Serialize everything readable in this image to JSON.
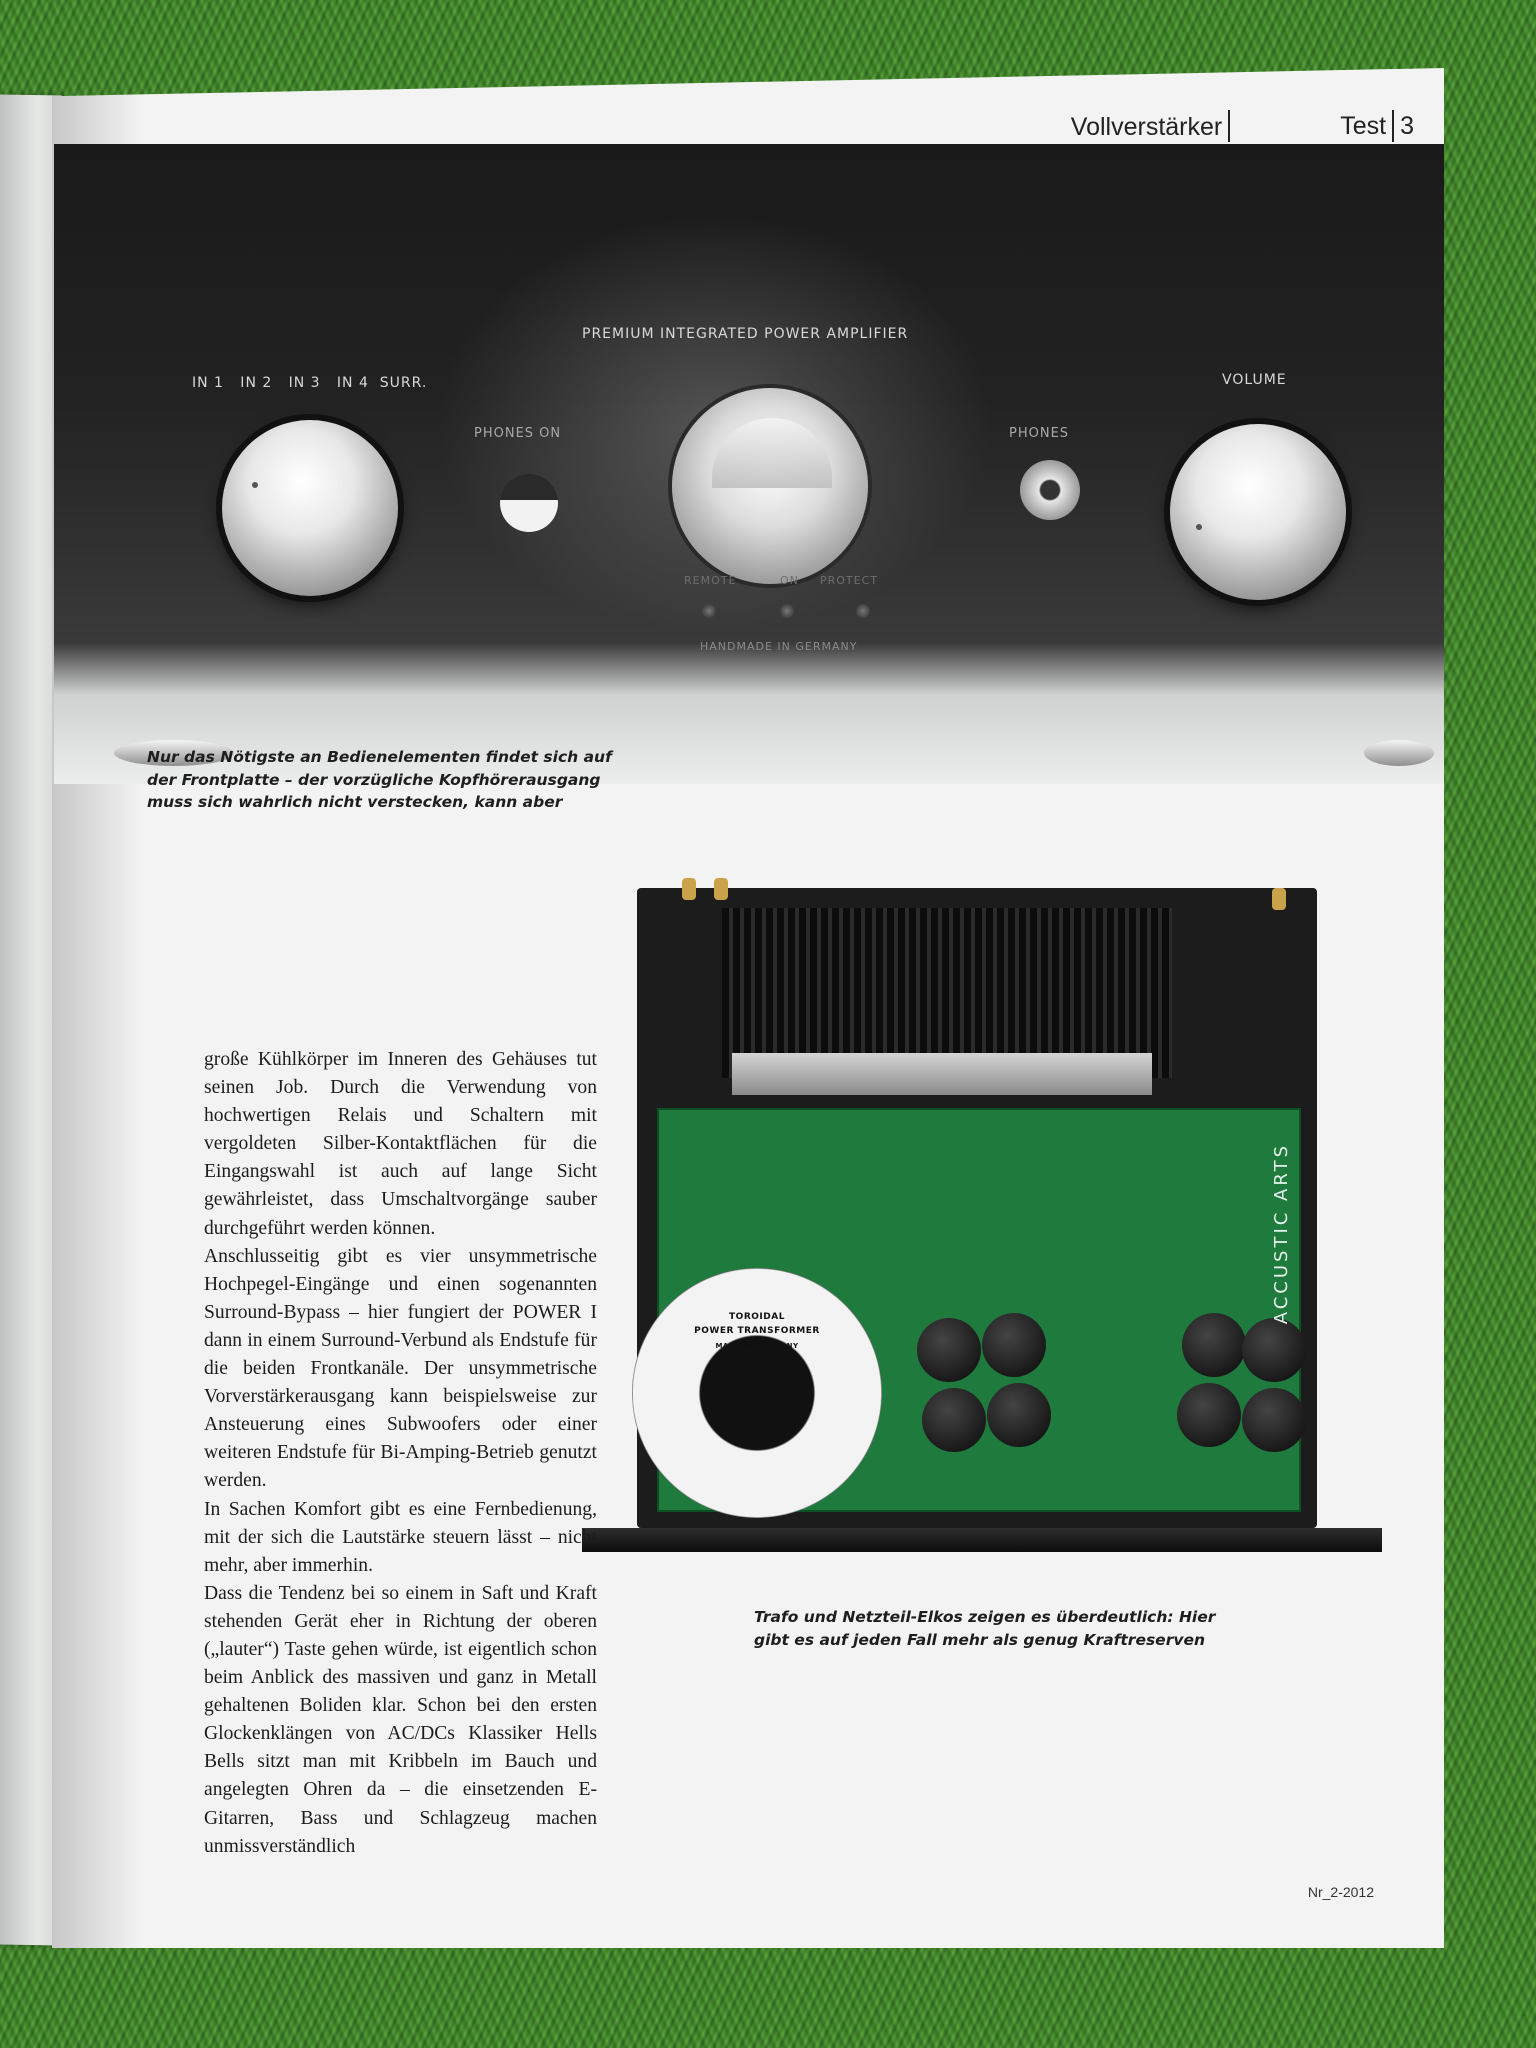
{
  "header": {
    "category": "Vollverstärker",
    "section": "Test",
    "page_number": "3"
  },
  "front_panel": {
    "title": "PREMIUM INTEGRATED POWER AMPLIFIER",
    "input_labels": "IN 1   IN 2   IN 3   IN 4  SURR.",
    "phones_on": "PHONES ON",
    "phones": "PHONES",
    "volume": "VOLUME",
    "remote": "REMOTE",
    "on": "ON",
    "protect": "PROTECT",
    "handmade": "HANDMADE IN GERMANY"
  },
  "caption_front": [
    "Nur das Nötigste an Bedienelementen findet sich auf",
    "der Frontplatte – der vorzügliche Kopfhörerausgang",
    "muss sich wahrlich nicht verstecken, kann aber"
  ],
  "inner": {
    "transformer_line1": "TOROIDAL",
    "transformer_line2": "POWER TRANSFORMER",
    "transformer_line3": "MADE IN GERMANY",
    "brand": "ACCUSTIC ARTS"
  },
  "caption_inner": [
    "Trafo und Netzteil-Elkos zeigen es überdeutlich: Hier",
    "gibt es auf jeden Fall mehr als genug Kraftreserven"
  ],
  "body": [
    "große Kühlkörper im Inneren des Gehäuses tut seinen Job. Durch die Verwendung von hochwertigen Relais und Schaltern mit vergoldeten Silber-Kontaktflächen für die Eingangswahl ist auch auf lange Sicht gewährleistet, dass Umschaltvorgänge sauber durchgeführt werden können.",
    "Anschlusseitig gibt es vier unsymmetrische Hochpegel-Eingänge und einen sogenannten Surround-Bypass – hier fungiert der POWER I dann in einem Surround-Verbund als Endstufe für die beiden Frontkanäle. Der unsymmetrische Vorverstärkerausgang kann beispielsweise zur Ansteuerung eines Subwoofers oder einer weiteren Endstufe für Bi-Amping-Betrieb genutzt werden.",
    "In Sachen Komfort gibt es eine Fernbedienung, mit der sich die Lautstärke steuern lässt – nicht mehr, aber immerhin.",
    "Dass die Tendenz bei so einem in Saft und Kraft stehenden Gerät eher in Richtung der oberen („lauter“) Taste gehen würde, ist eigentlich schon beim Anblick des massiven und ganz in Metall gehaltenen Boliden klar. Schon bei den ersten Glockenklängen von AC/DCs Klassiker Hells Bells sitzt man mit Kribbeln im Bauch und angelegten Ohren da – die einsetzenden E-Gitarren, Bass und Schlagzeug machen unmissverständlich"
  ],
  "footer": {
    "issue": "Nr_2-2012"
  }
}
